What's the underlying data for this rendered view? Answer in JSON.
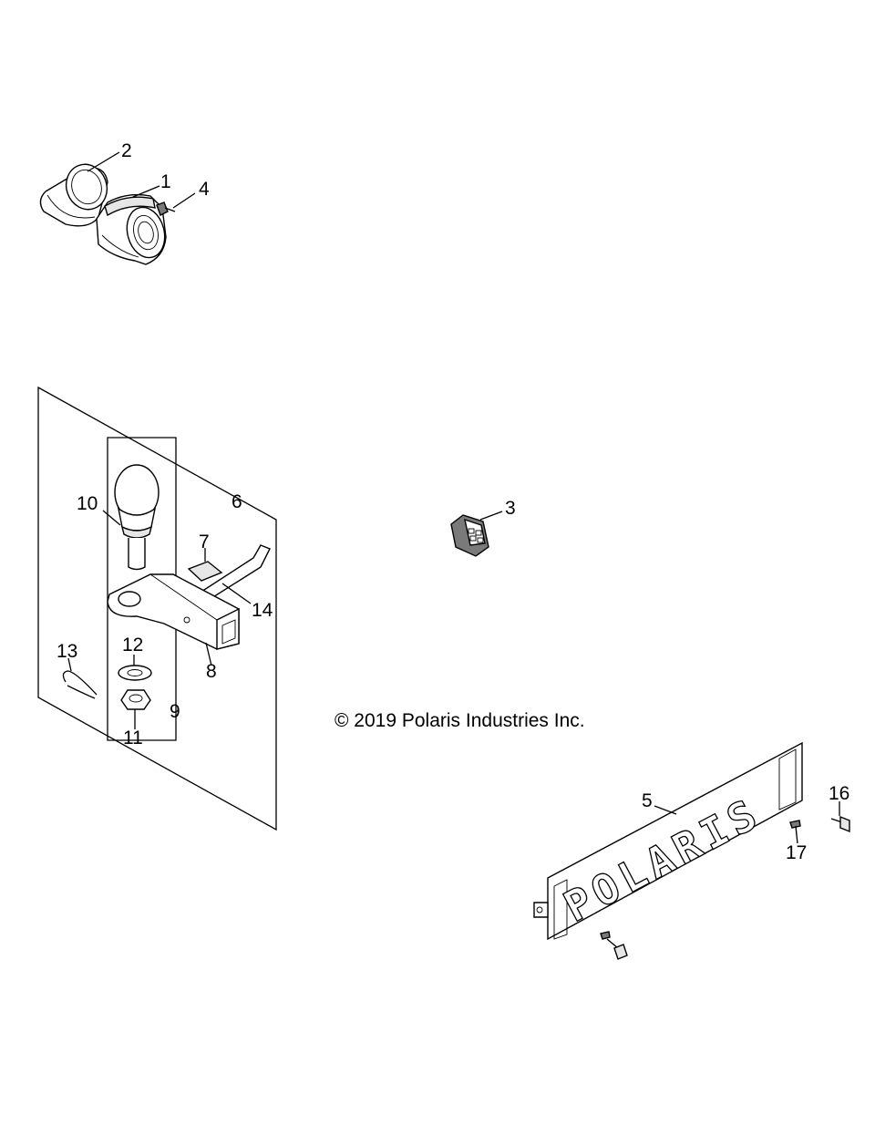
{
  "copyright": "© 2019 Polaris Industries Inc.",
  "plate_text": "POLARIS",
  "callouts": {
    "c1": "1",
    "c2": "2",
    "c3": "3",
    "c4": "4",
    "c5": "5",
    "c6": "6",
    "c7": "7",
    "c8": "8",
    "c9": "9",
    "c10": "10",
    "c11": "11",
    "c12": "12",
    "c13": "13",
    "c14": "14",
    "c16": "16",
    "c17": "17"
  }
}
